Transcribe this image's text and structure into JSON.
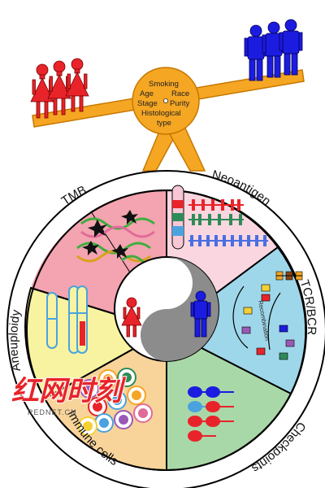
{
  "balance": {
    "factors": [
      "Smoking",
      "Age",
      "Race",
      "Stage",
      "Purity",
      "Histological",
      "type"
    ]
  },
  "segments": {
    "tmb": "TMB",
    "neoantigen": "Neoantigen",
    "tcr_bcr": "TCR/BCR",
    "checkpoints": "Checkpoints",
    "immune_cells": "Immune cells",
    "aneuploidy": "Aneuploidy"
  },
  "recombination_label": "Recombination",
  "watermark": {
    "main": "红网时刻",
    "sub": "REDNET.CN"
  },
  "colors": {
    "female": "#e8242a",
    "male": "#1c1ce0",
    "beam": "#f5a623",
    "tmb": "#f4a3b0",
    "neoantigen": "#f9d6e0",
    "tcr_bcr": "#9fd7ea",
    "checkpoints": "#a9d8a8",
    "immune_cells": "#f8d49a",
    "aneuploidy": "#f7f3a0"
  }
}
